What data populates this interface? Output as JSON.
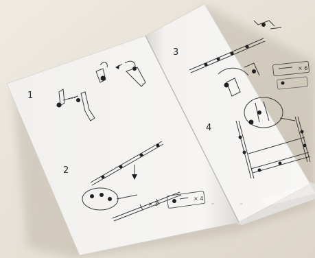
{
  "photo": {
    "subject": "open assembly instruction booklet on a beige surface"
  },
  "left_page": {
    "steps": [
      {
        "number": "1"
      },
      {
        "number": "2"
      }
    ],
    "step2_quantity": "× 3",
    "callout_quantity": "× 4",
    "page_number": "20"
  },
  "right_page": {
    "steps": [
      {
        "number": "3"
      },
      {
        "number": "4"
      }
    ],
    "callout_quantity": "× 6",
    "page_number": "21"
  },
  "colors": {
    "background": "#e9e4da",
    "page": "#f5f4f2",
    "line_art": "#3a3a3a",
    "marker": "#1f1f1f"
  }
}
